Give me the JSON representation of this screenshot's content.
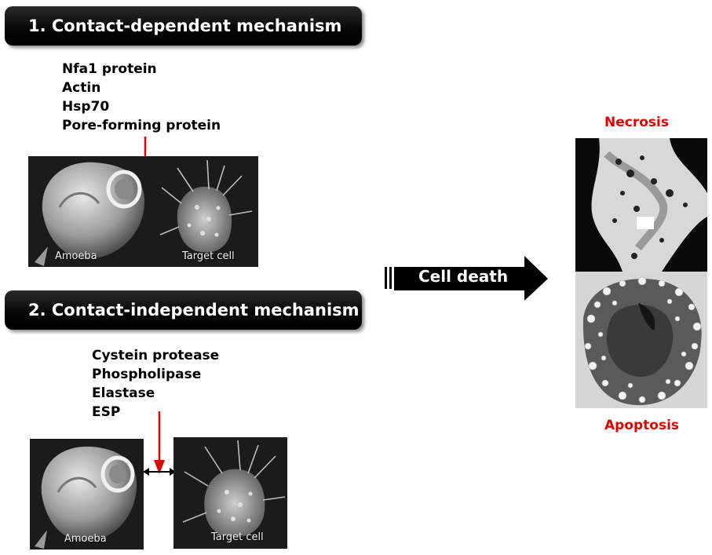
{
  "section1": {
    "title": "1. Contact-dependent mechanism",
    "items": [
      "Nfa1 protein",
      "Actin",
      "Hsp70",
      "Pore-forming protein"
    ],
    "image_labels": {
      "left": "Amoeba",
      "right": "Target cell"
    }
  },
  "section2": {
    "title": "2. Contact-independent mechanism",
    "items": [
      "Cystein protease",
      "Phospholipase",
      "Elastase",
      "ESP"
    ],
    "image_labels": {
      "left": "Amoeba",
      "right": "Target cell"
    }
  },
  "outcome": {
    "arrow_label": "Cell death",
    "top_label": "Necrosis",
    "bottom_label": "Apoptosis"
  },
  "colors": {
    "accent_red": "#e00000",
    "pill_bg": "#000000"
  }
}
